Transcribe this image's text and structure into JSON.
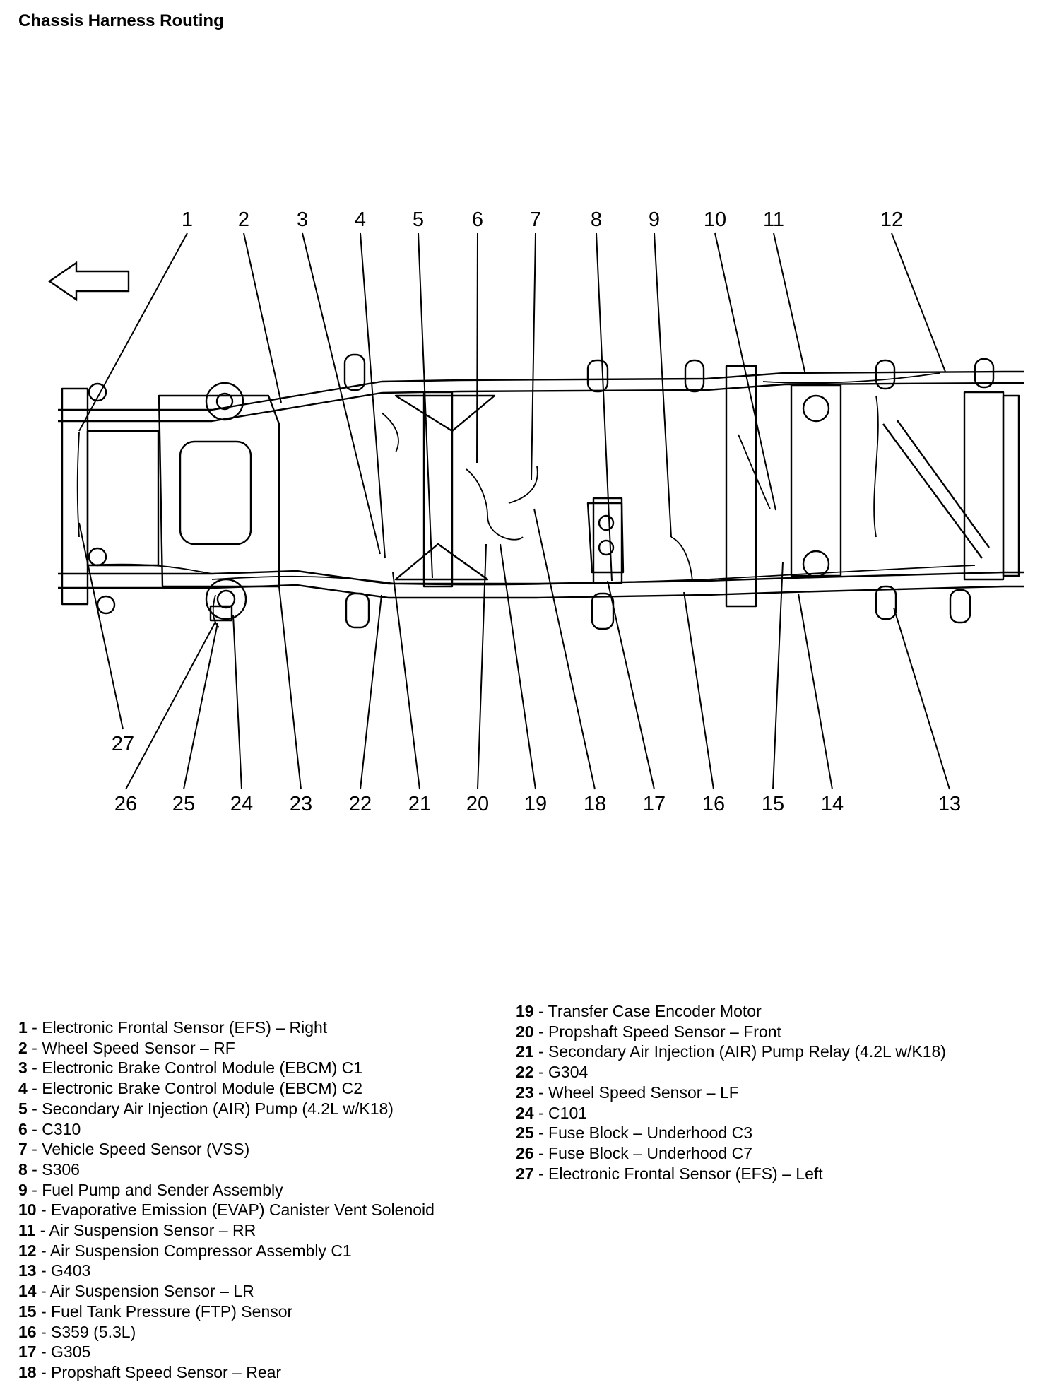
{
  "title": "Chassis Harness Routing",
  "callouts_top": [
    "1",
    "2",
    "3",
    "4",
    "5",
    "6",
    "7",
    "8",
    "9",
    "10",
    "11",
    "12"
  ],
  "callouts_bottom": [
    "27",
    "26",
    "25",
    "24",
    "23",
    "22",
    "21",
    "20",
    "19",
    "18",
    "17",
    "16",
    "15",
    "14",
    "13"
  ],
  "icons": {
    "direction_arrow": "left-arrow-icon"
  },
  "legend_left": [
    {
      "num": "1",
      "sep": " - ",
      "text": "Electronic Frontal Sensor (EFS) – Right"
    },
    {
      "num": "2",
      "sep": " - ",
      "text": "Wheel Speed Sensor – RF"
    },
    {
      "num": "3",
      "sep": " - ",
      "text": "Electronic Brake Control Module (EBCM) C1"
    },
    {
      "num": "4",
      "sep": " - ",
      "text": "Electronic Brake Control Module (EBCM) C2"
    },
    {
      "num": "5",
      "sep": " - ",
      "text": "Secondary Air Injection (AIR) Pump (4.2L w/K18)"
    },
    {
      "num": "6",
      "sep": " - ",
      "text": "C310"
    },
    {
      "num": "7",
      "sep": " - ",
      "text": "Vehicle Speed Sensor (VSS)"
    },
    {
      "num": "8",
      "sep": " - ",
      "text": "S306"
    },
    {
      "num": "9",
      "sep": " - ",
      "text": "Fuel Pump and Sender Assembly"
    },
    {
      "num": "10",
      "sep": " - ",
      "text": "Evaporative Emission (EVAP) Canister Vent Solenoid"
    },
    {
      "num": "11",
      "sep": " - ",
      "text": "Air Suspension Sensor – RR"
    },
    {
      "num": "12",
      "sep": " - ",
      "text": "Air Suspension Compressor Assembly C1"
    },
    {
      "num": "13",
      "sep": " - ",
      "text": "G403"
    },
    {
      "num": "14",
      "sep": " - ",
      "text": "Air Suspension Sensor – LR"
    },
    {
      "num": "15",
      "sep": " - ",
      "text": "Fuel Tank Pressure (FTP) Sensor"
    },
    {
      "num": "16",
      "sep": " - ",
      "text": "S359 (5.3L)"
    },
    {
      "num": "17",
      "sep": " - ",
      "text": "G305"
    },
    {
      "num": "18",
      "sep": " - ",
      "text": "Propshaft Speed Sensor – Rear"
    }
  ],
  "legend_right": [
    {
      "num": "19",
      "sep": " - ",
      "text": "Transfer Case Encoder Motor"
    },
    {
      "num": "20",
      "sep": " - ",
      "text": "Propshaft Speed Sensor – Front"
    },
    {
      "num": "21",
      "sep": " - ",
      "text": "Secondary Air Injection (AIR) Pump Relay (4.2L w/K18)"
    },
    {
      "num": "22",
      "sep": " - ",
      "text": "G304"
    },
    {
      "num": "23",
      "sep": " - ",
      "text": "Wheel Speed Sensor – LF"
    },
    {
      "num": "24",
      "sep": " - ",
      "text": "C101"
    },
    {
      "num": "25",
      "sep": " - ",
      "text": "Fuse Block – Underhood C3"
    },
    {
      "num": "26",
      "sep": " - ",
      "text": "Fuse Block – Underhood C7"
    },
    {
      "num": "27",
      "sep": " - ",
      "text": "Electronic Frontal Sensor (EFS) – Left"
    }
  ]
}
